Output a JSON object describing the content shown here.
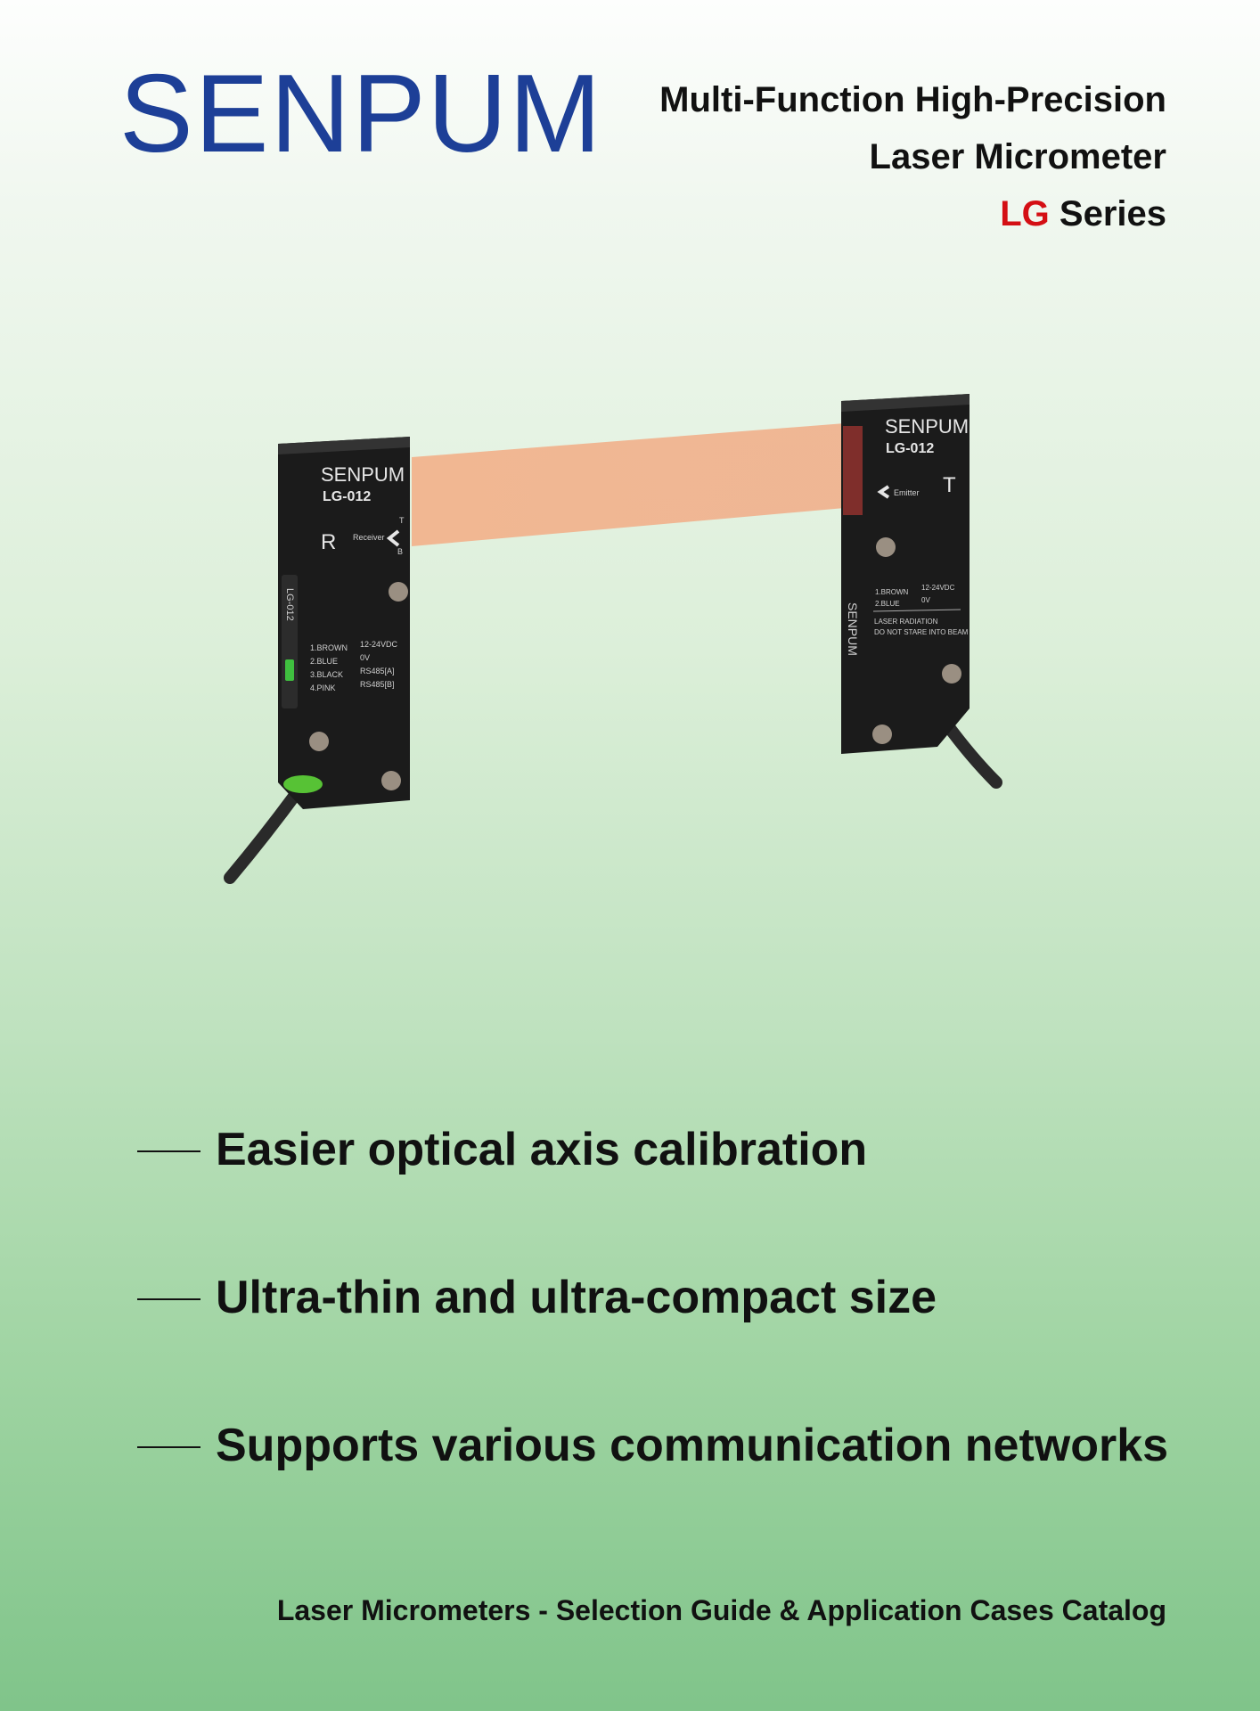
{
  "brand": {
    "logo": "SENPUM"
  },
  "header": {
    "line1": "Multi-Function High-Precision",
    "line2": "Laser Micrometer",
    "series_prefix": "LG",
    "series_suffix": " Series"
  },
  "product": {
    "receiver": {
      "brand": "SENPUM",
      "model": "LG-012",
      "letter": "R",
      "label": "Receiver",
      "side_model": "LG-012",
      "t": "T",
      "b": "B",
      "wires": [
        "1.BROWN",
        "2.BLUE",
        "3.BLACK",
        "4.PINK"
      ],
      "signals": [
        "12-24VDC",
        "0V",
        "RS485[A]",
        "RS485[B]"
      ]
    },
    "emitter": {
      "brand": "SENPUM",
      "model": "LG-012",
      "letter": "T",
      "label": "Emitter",
      "side_brand": "SENPUM",
      "wires": [
        "1.BROWN",
        "2.BLUE"
      ],
      "signals": [
        "12-24VDC",
        "0V"
      ],
      "warning1": "LASER RADIATION",
      "warning2": "DO NOT STARE INTO BEAM"
    }
  },
  "features": [
    "Easier optical axis calibration",
    "Ultra-thin and ultra-compact size",
    "Supports various communication networks"
  ],
  "footer": "Laser Micrometers - Selection Guide & Application Cases Catalog",
  "colors": {
    "brand_blue": "#1d3f97",
    "accent_red": "#d40f14",
    "beam": "#f2b48e"
  }
}
